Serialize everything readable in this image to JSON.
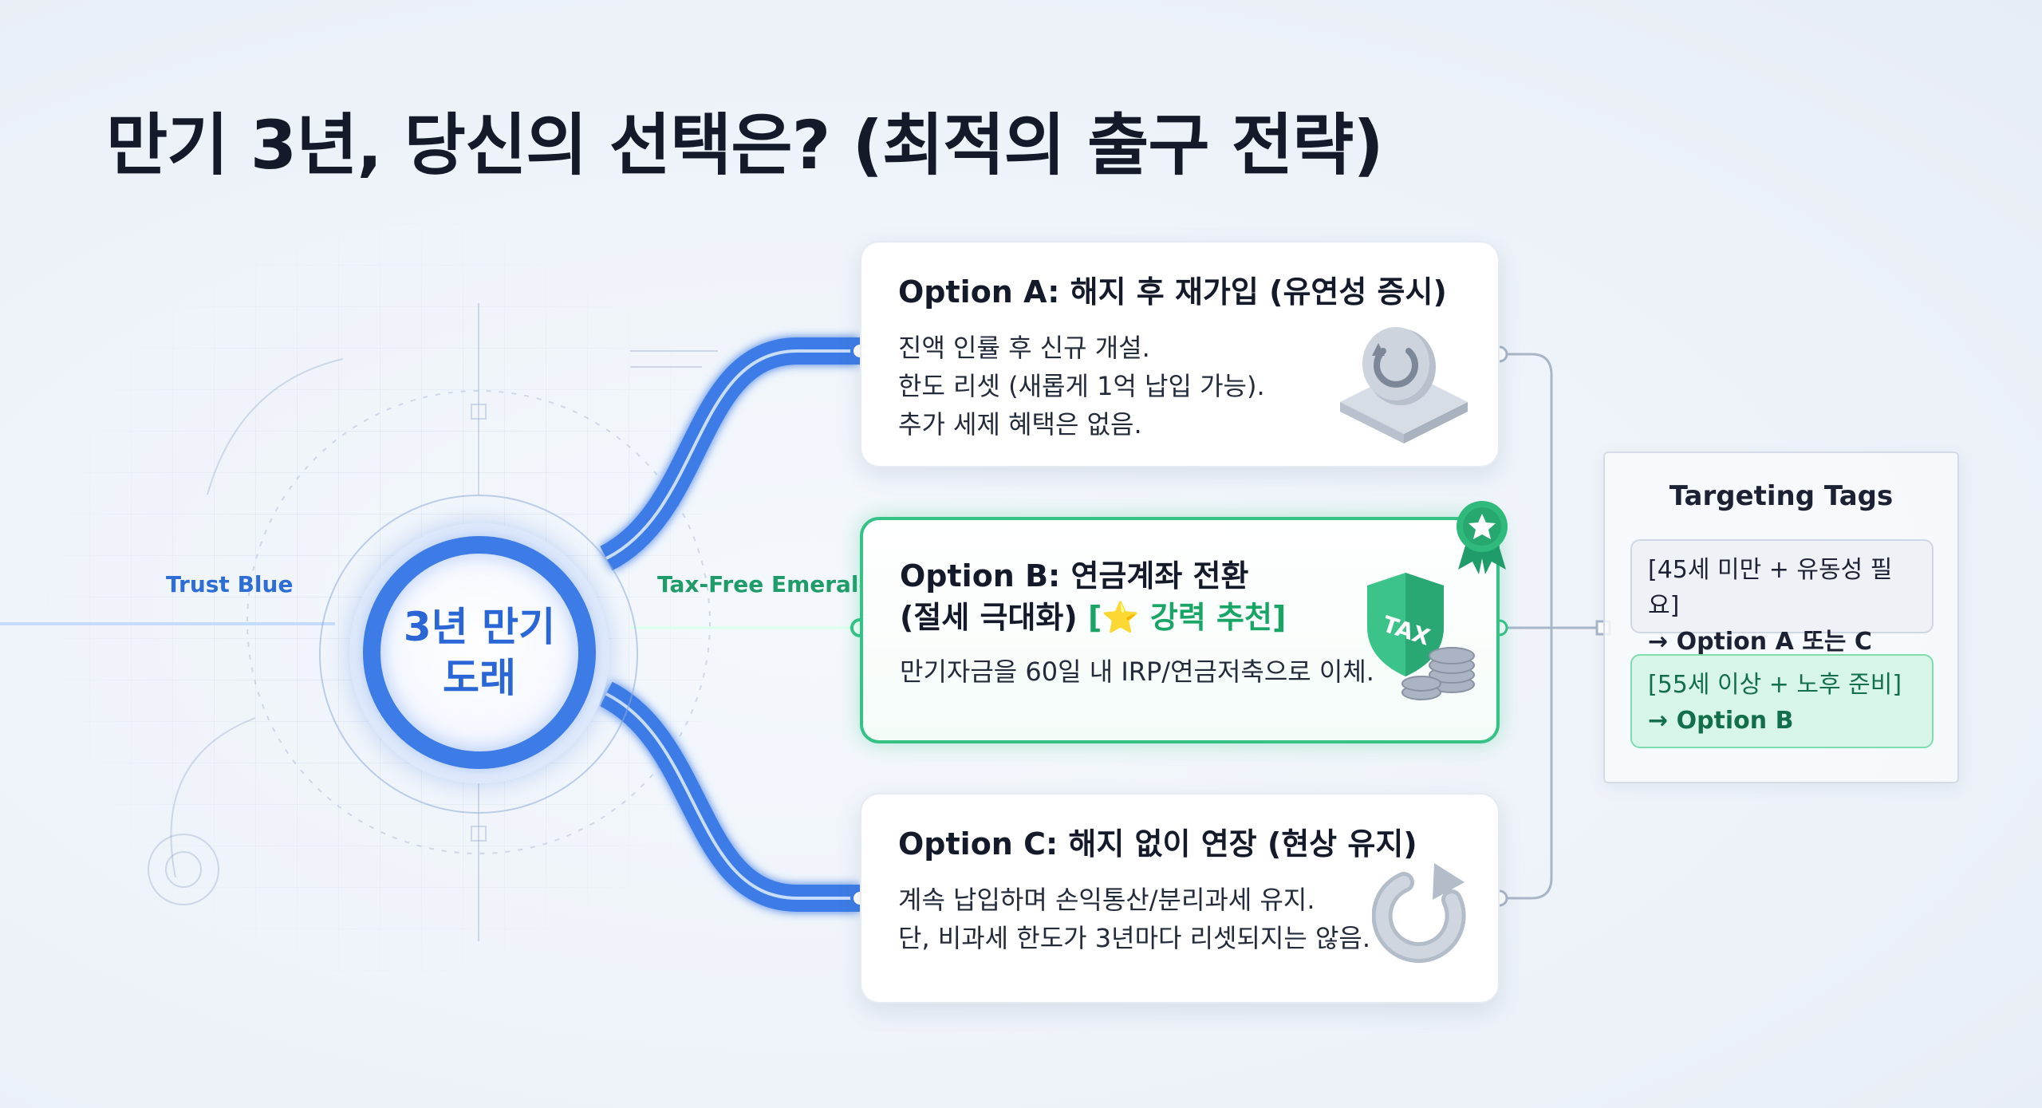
{
  "title": "만기 3년, 당신의 선택은? (최적의 출구 전략)",
  "hub": {
    "label": "3년 만기\n도래"
  },
  "labels": {
    "left": "Trust Blue",
    "right": "Tax-Free Emerald"
  },
  "options": [
    {
      "id": "a",
      "title": "Option A: 해지 후 재가입 (유연성 증시)",
      "body": "진액 인률 후 신규 개설.\n한도 리셋 (새롭게 1억 납입 가능).\n추가 세제 혜택은 없음.",
      "icon": "reset-icon"
    },
    {
      "id": "b",
      "title_line1": "Option B: 연금계좌 전환",
      "title_line2_prefix": "(절세 극대화) ",
      "title_line2_badge": "[⭐ 강력 추천]",
      "body": "만기자금을 60일 내 IRP/연금저축으로 이체.",
      "icon": "tax-shield-icon",
      "badge_icon": "star-ribbon-icon",
      "accent": "#34c285"
    },
    {
      "id": "c",
      "title": "Option C: 해지 없이 연장 (현상 유지)",
      "body": "계속 납입하며 손익통산/분리과세 유지.\n단, 비과세 한도가 3년마다 리셋되지는 않음.",
      "icon": "loop-arrow-icon"
    }
  ],
  "targeting": {
    "title": "Targeting Tags",
    "tags": [
      {
        "line1": "[45세 미만 + 유동성 필요]",
        "line2": "→ Option A 또는 C"
      },
      {
        "line1": "[55세 이상 + 노후 준비]",
        "line2": "→ Option B"
      }
    ]
  },
  "colors": {
    "blue": "#3d7be6",
    "green": "#34c285",
    "ink": "#141a2a"
  }
}
